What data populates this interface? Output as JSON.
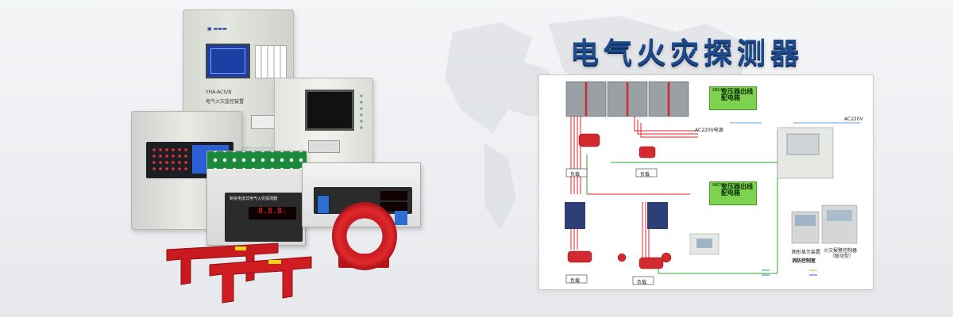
{
  "banner": {
    "title": "电气火灾探测器"
  },
  "products": {
    "cabinet_model": "YHA-ACS/B",
    "cabinet_title": "电气火灾监控装置",
    "module_panel_title": "剩余电流式电气火灾探测器"
  },
  "diagram": {
    "box_top": {
      "abc": "ABCN",
      "label": "变压器出线配电箱"
    },
    "box_bottom": {
      "abc": "ABCN",
      "label": "变压器出线配电箱"
    },
    "labels": {
      "load1": "负载",
      "load2": "负载",
      "load3": "负载",
      "load4": "负载",
      "ac220": "AC220V电源",
      "ac220_right": "AC220V",
      "monitor": "图形显示装置",
      "alarm_ctrl": "火灾报警控制器",
      "linkage": "（联动型）",
      "control_room": "消防控制室"
    }
  },
  "colors": {
    "title": "#1e4a8a",
    "busbar_red": "#e0242a",
    "green_box": "#7dd24f",
    "ct_red": "#c8191e"
  }
}
